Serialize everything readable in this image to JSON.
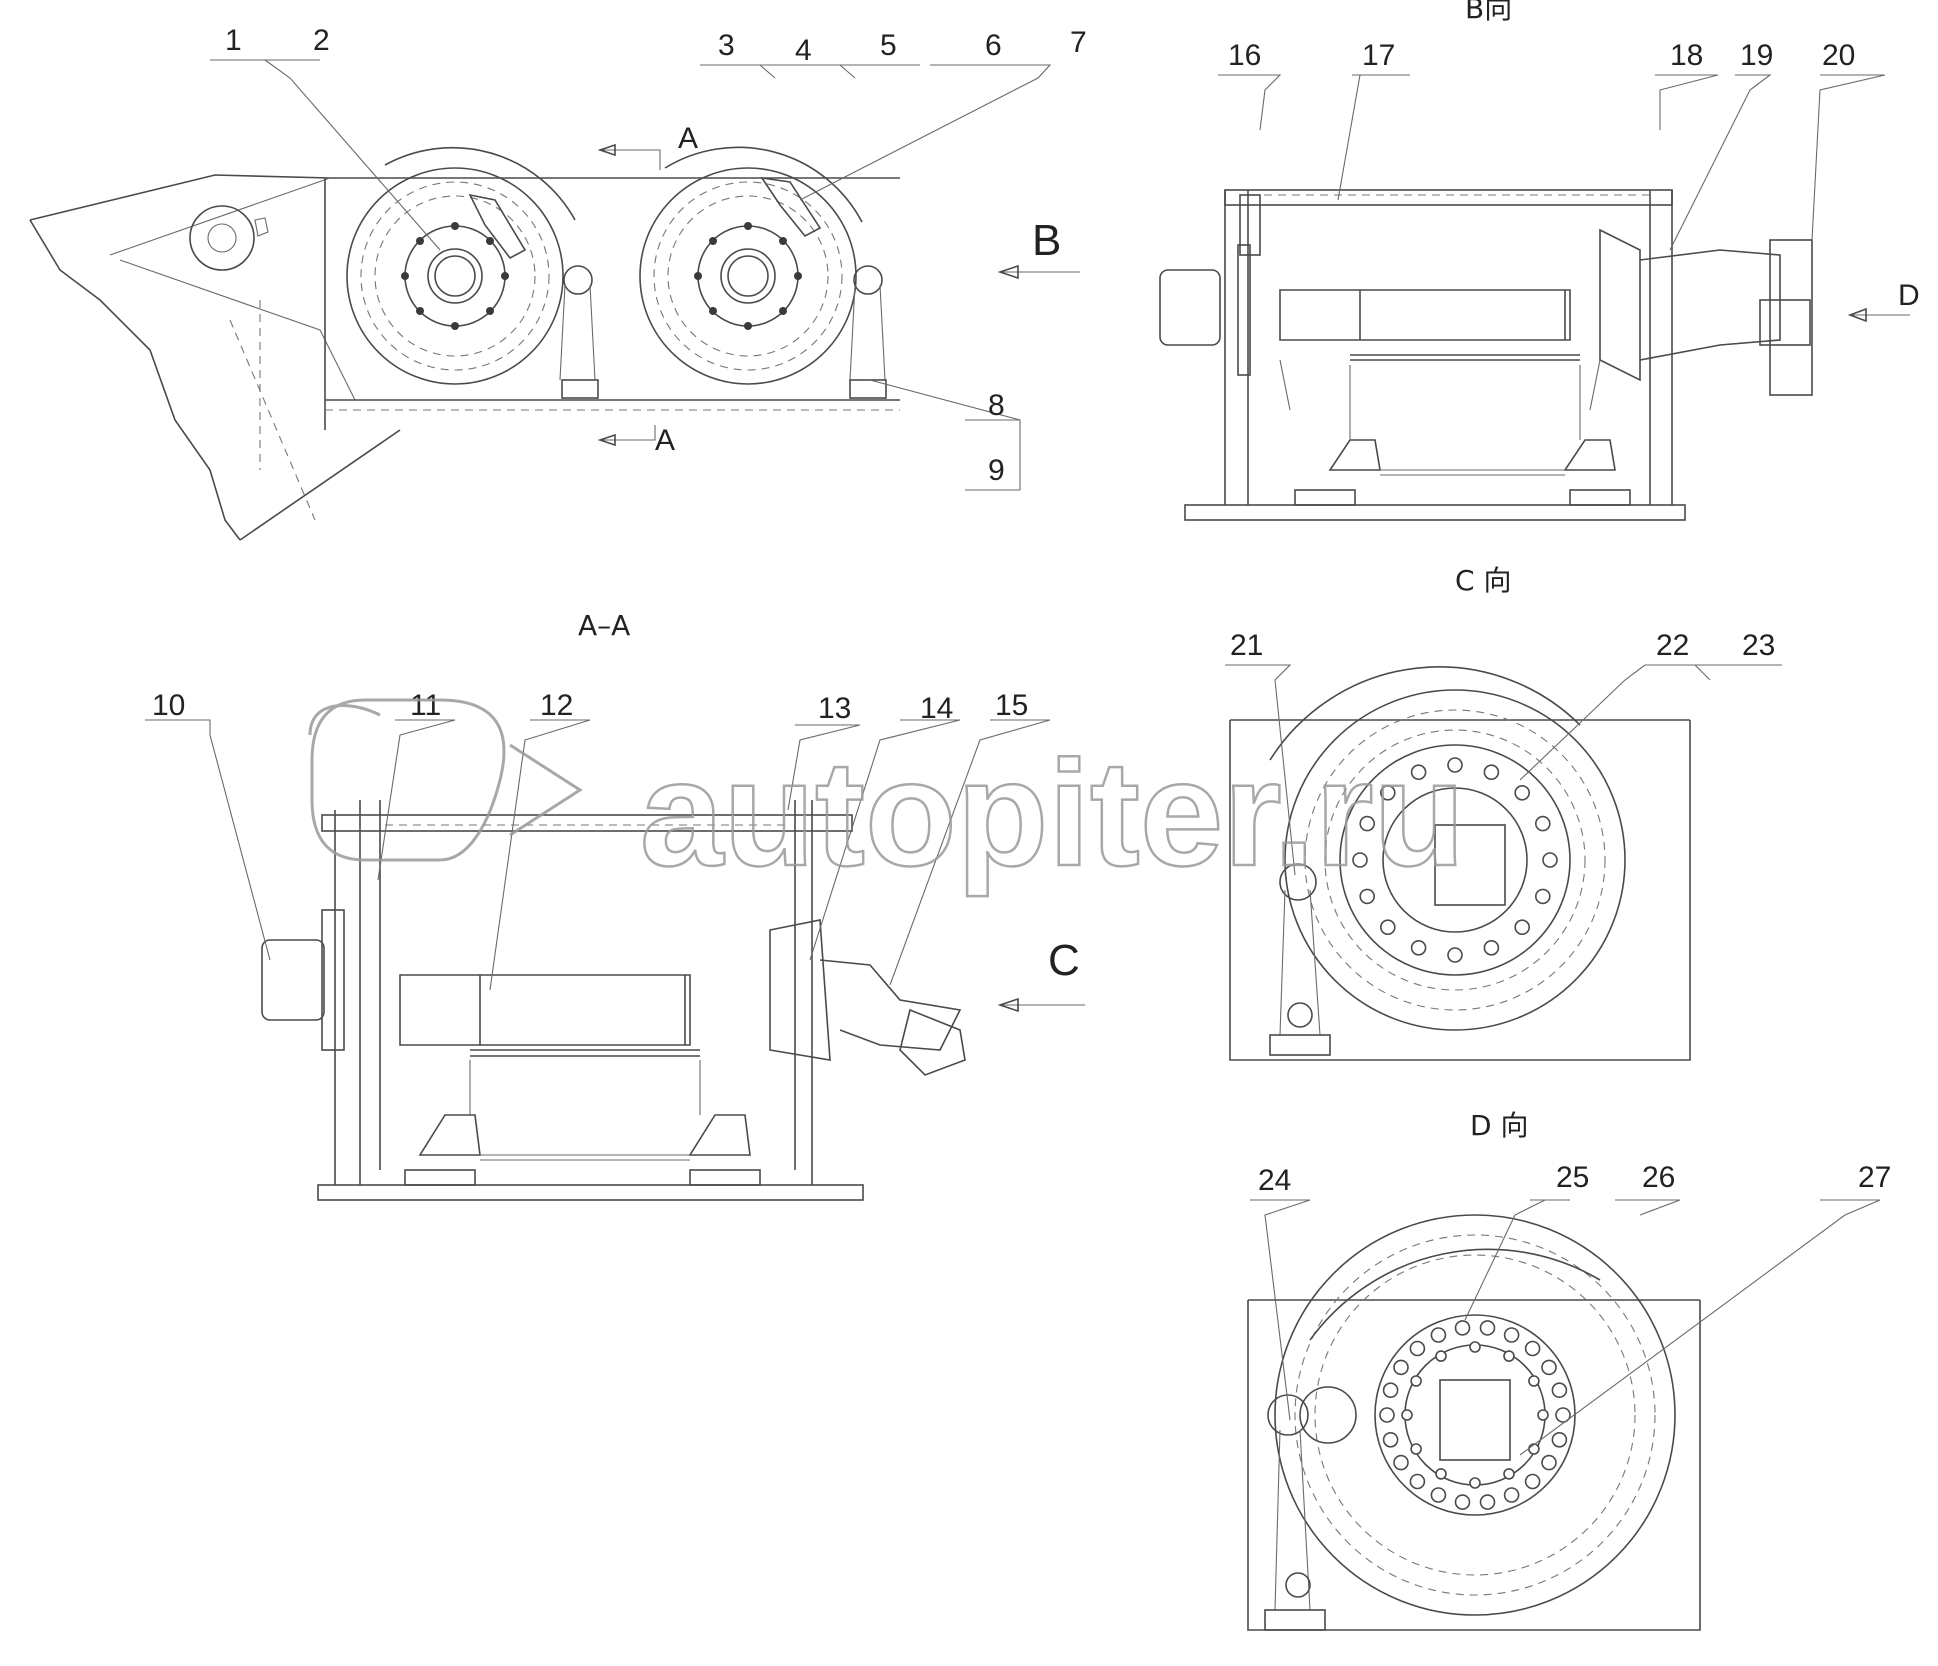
{
  "diagram": {
    "views": {
      "section_aa": "A–A",
      "view_b": "B向",
      "view_c": "C 向",
      "view_d": "D 向"
    },
    "view_markers": {
      "a_top": "A",
      "a_bottom": "A",
      "b_arrow": "B",
      "c_arrow": "C",
      "d_arrow": "D"
    },
    "callouts": [
      "1",
      "2",
      "3",
      "4",
      "5",
      "6",
      "7",
      "8",
      "9",
      "10",
      "11",
      "12",
      "13",
      "14",
      "15",
      "16",
      "17",
      "18",
      "19",
      "20",
      "21",
      "22",
      "23",
      "24",
      "25",
      "26",
      "27"
    ],
    "watermark": "autopiter.ru"
  }
}
